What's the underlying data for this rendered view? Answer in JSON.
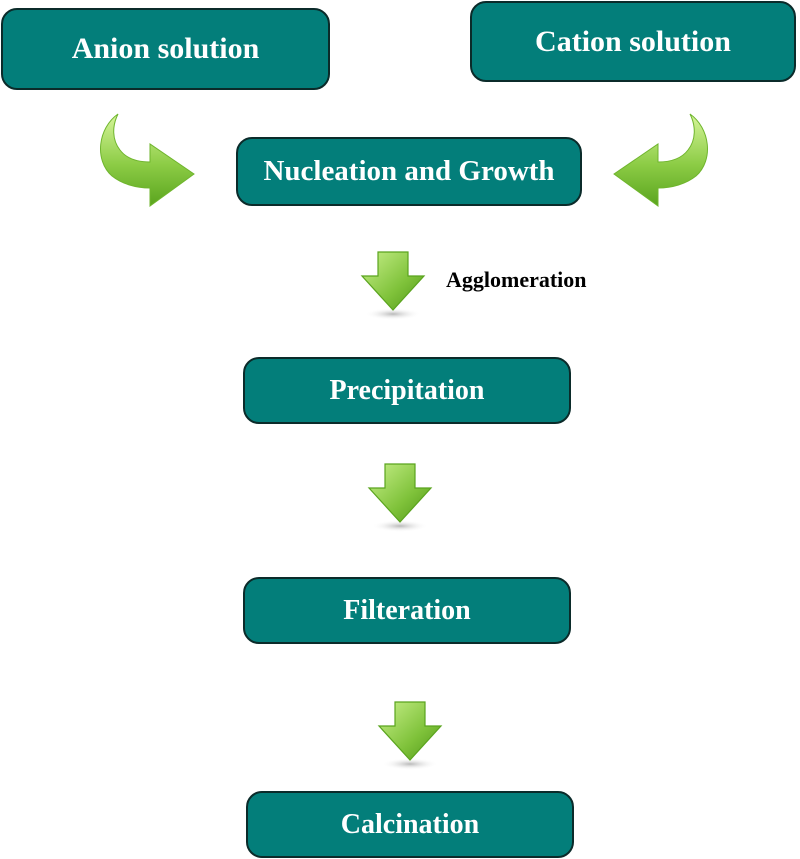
{
  "diagram": {
    "inputs": {
      "anion": "Anion solution",
      "cation": "Cation solution"
    },
    "steps": {
      "nucleation": "Nucleation and Growth",
      "precipitation": "Precipitation",
      "filtration": "Filteration",
      "calcination": "Calcination"
    },
    "edge_labels": {
      "agglomeration": "Agglomeration"
    }
  },
  "colors": {
    "box_fill": "#037e7a",
    "box_border": "#0b2b2a",
    "arrow_light": "#c8f08a",
    "arrow_dark": "#5aa41e"
  }
}
